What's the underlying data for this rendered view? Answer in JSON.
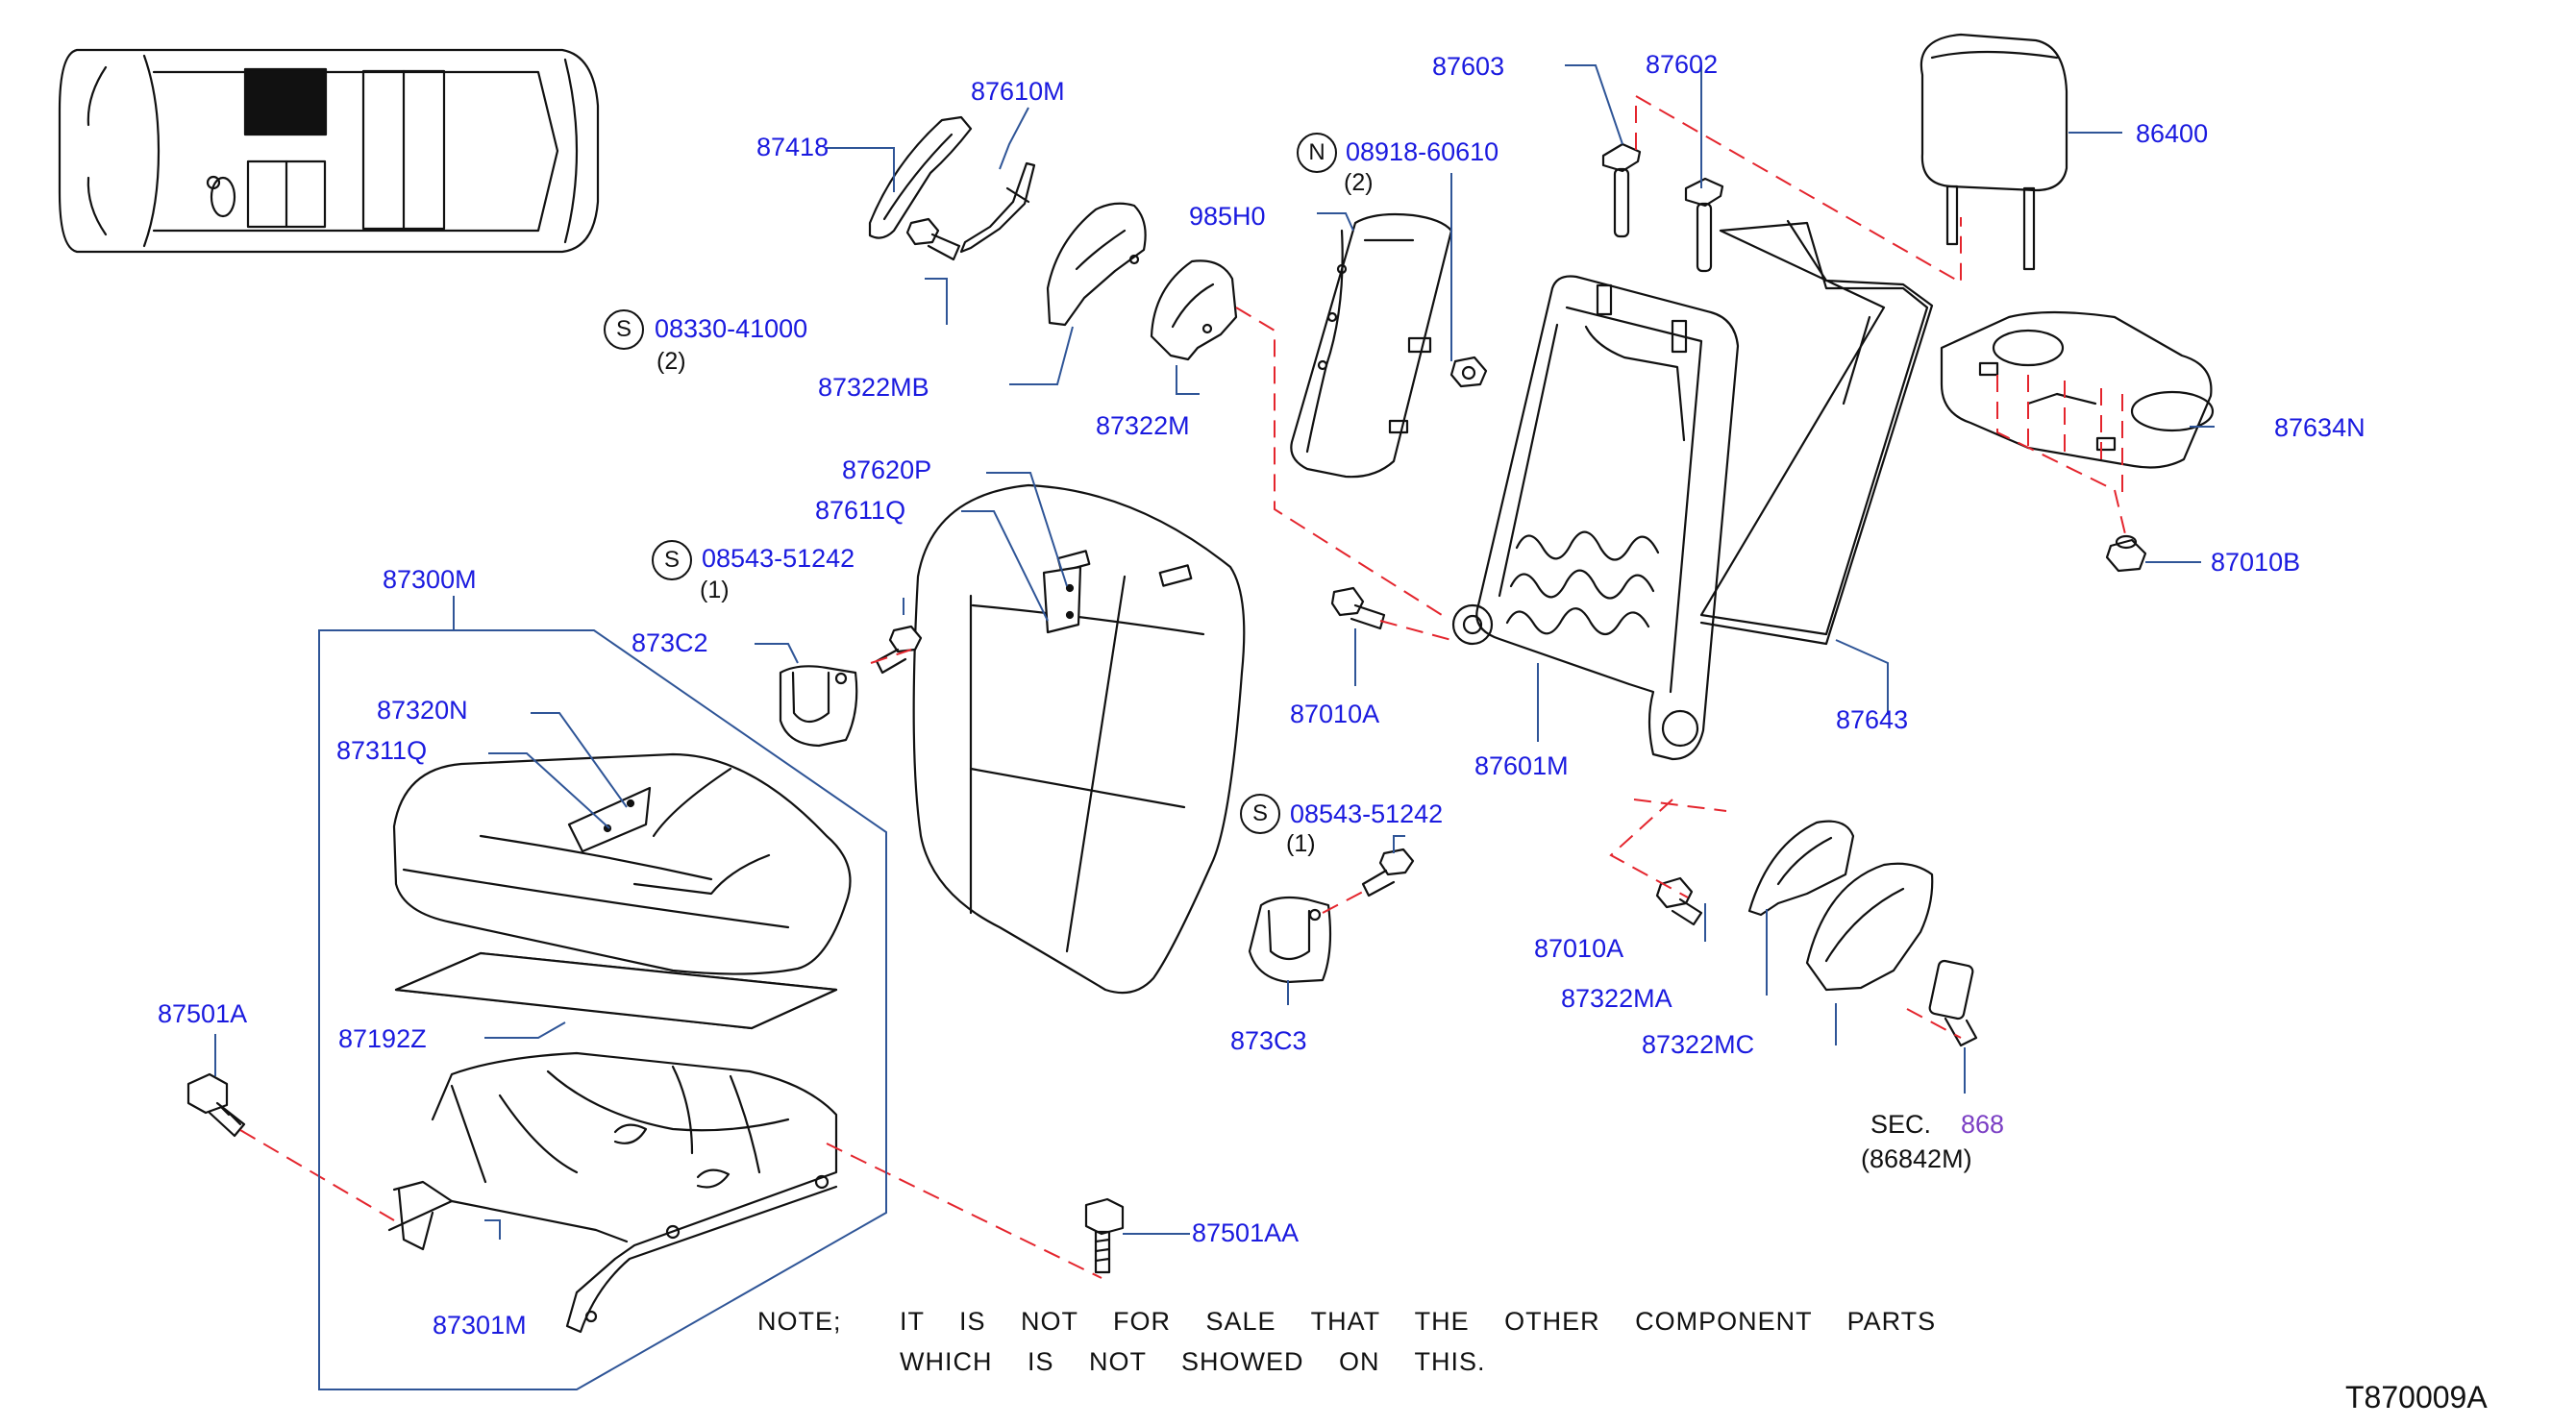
{
  "parts": {
    "p87610M": "87610M",
    "p87418": "87418",
    "s08330": "08330-41000",
    "s08330_qty": "(2)",
    "p87322MB": "87322MB",
    "p985H0": "985H0",
    "p87322M": "87322M",
    "n08918": "08918-60610",
    "n08918_qty": "(2)",
    "p87603": "87603",
    "p87602": "87602",
    "p86400": "86400",
    "p87634N": "87634N",
    "p87010B": "87010B",
    "p87620P": "87620P",
    "p87611Q": "87611Q",
    "s08543a": "08543-51242",
    "s08543a_qty": "(1)",
    "p873C2": "873C2",
    "p87300M": "87300M",
    "p87320N": "87320N",
    "p87311Q": "87311Q",
    "p87010A_1": "87010A",
    "p87601M": "87601M",
    "p87643": "87643",
    "s08543b": "08543-51242",
    "s08543b_qty": "(1)",
    "p87010A_2": "87010A",
    "p87322MA": "87322MA",
    "p87322MC": "87322MC",
    "p873C3": "873C3",
    "p87501A": "87501A",
    "p87192Z": "87192Z",
    "p87501AA": "87501AA",
    "p87301M": "87301M",
    "sec_label": "SEC.",
    "sec_num": "868",
    "sec_ref": "(86842M)"
  },
  "symbols": {
    "s": "S",
    "n": "N"
  },
  "note": {
    "label": "NOTE;",
    "line1": "IT IS NOT FOR SALE THAT THE OTHER COMPONENT PARTS",
    "line2": "WHICH IS NOT SHOWED ON THIS."
  },
  "diagram_code": "T870009A"
}
